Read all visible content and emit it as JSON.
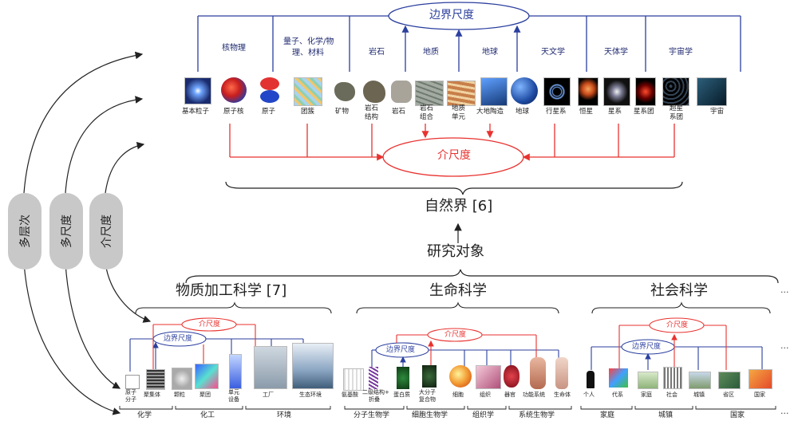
{
  "top": {
    "boundary_scale": "边界尺度",
    "meso_scale": "介尺度",
    "nature": "自然界 [6]",
    "research_object": "研究对象",
    "categories": [
      "核物理",
      "量子、化学/物",
      "理、材料",
      "岩石",
      "地质",
      "地球",
      "天文学",
      "天体学",
      "宇宙学"
    ],
    "items": [
      "基本粒子",
      "原子核",
      "原子",
      "团簇",
      "矿物",
      "岩石",
      "结构",
      "岩石",
      "岩石",
      "组合",
      "地质",
      "单元",
      "大地陶造",
      "地球",
      "行星系",
      "恒星",
      "星系",
      "星系团",
      "超星",
      "系团",
      "宇宙"
    ]
  },
  "side": {
    "multi_level": "多层次",
    "multi_scale": "多尺度",
    "meso": "介尺度"
  },
  "sections": [
    {
      "title": "物质加工科学 [7]",
      "boundary_scale": "边界尺度",
      "meso_scale": "介尺度",
      "items": [
        "原子",
        "分子",
        "聚集体",
        "颗粒",
        "聚团",
        "单元",
        "设备",
        "工厂",
        "生态环境"
      ],
      "groups": [
        "化学",
        "化工",
        "环境"
      ]
    },
    {
      "title": "生命科学",
      "boundary_scale": "边界尺度",
      "meso_scale": "介尺度",
      "items": [
        "氨基酸",
        "二级结构+",
        "折叠",
        "蛋白质",
        "大分子",
        "复合物",
        "细胞",
        "组织",
        "器官",
        "功能系统",
        "生命体"
      ],
      "groups": [
        "分子生物学",
        "细胞生物学",
        "组织学",
        "系统生物学"
      ]
    },
    {
      "title": "社会科学",
      "boundary_scale": "边界尺度",
      "meso_scale": "介尺度",
      "items": [
        "个人",
        "代系",
        "家庭",
        "社会",
        "城镇",
        "省区",
        "国家"
      ],
      "groups": [
        "家庭",
        "城镇",
        "国家"
      ]
    }
  ],
  "ellipsis": "···",
  "colors": {
    "blue": "#2b3f9e",
    "red": "#e8322f",
    "pill": "#c8c8c8"
  }
}
